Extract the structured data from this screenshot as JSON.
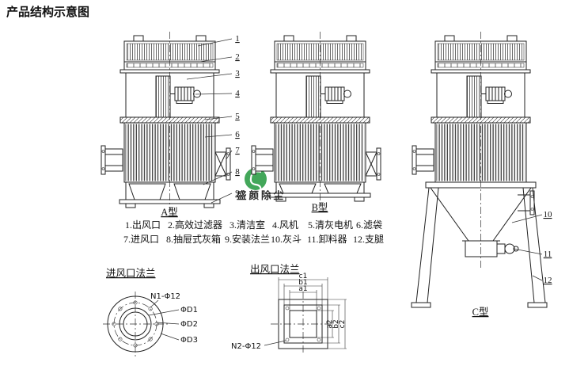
{
  "page_title": "产品结构示意图",
  "machines": {
    "a_label": "A型",
    "b_label": "B型",
    "c_label": "C型"
  },
  "callouts": [
    "1",
    "2",
    "3",
    "4",
    "5",
    "6",
    "7",
    "8",
    "9",
    "10",
    "11",
    "12"
  ],
  "legend": {
    "row1": [
      "1.出风口",
      "2.高效过滤器",
      "3.清洁室",
      "4.风机",
      "5.清灰电机",
      "6.滤袋"
    ],
    "row2": [
      "7.进风口",
      "8.抽屉式灰箱",
      "9.安装法兰",
      "10.灰斗",
      "11.卸料器",
      "12.支腿"
    ]
  },
  "inlet_flange": {
    "title": "进风口法兰",
    "bolt_label": "N1-Φ12",
    "dims": [
      "ΦD1",
      "ΦD2",
      "ΦD3"
    ]
  },
  "outlet_flange": {
    "title": "出风口法兰",
    "bolt_label": "N2-Φ12",
    "top_dims": [
      "c1",
      "b1",
      "a1"
    ],
    "right_dims": [
      "a2",
      "b2",
      "c2"
    ]
  },
  "watermark": {
    "text": "盛颜除尘",
    "color": "#2f9e49"
  }
}
